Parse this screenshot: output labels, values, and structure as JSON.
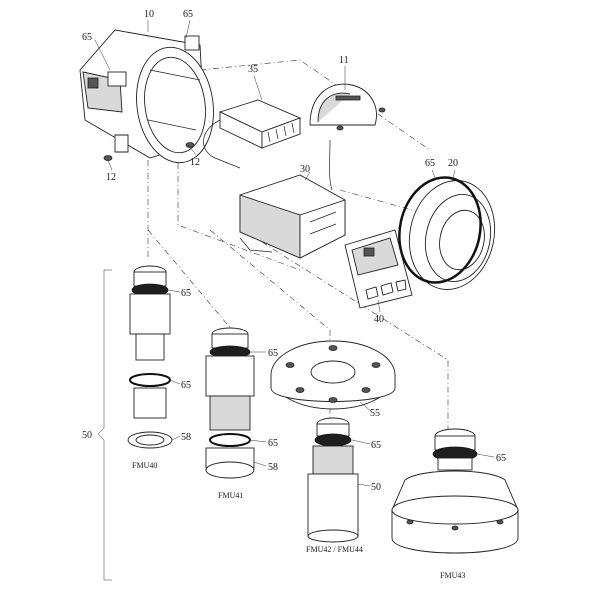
{
  "labels": {
    "n10": "10",
    "n65_top": "65",
    "n65_left": "65",
    "n35": "35",
    "n11": "11",
    "n12_left": "12",
    "n12_mid": "12",
    "n30": "30",
    "n65_cover": "65",
    "n20": "20",
    "n40": "40",
    "n65_fmu40_top": "65",
    "n65_fmu40_bottom": "65",
    "n58_fmu40": "58",
    "n50_bracket": "50",
    "n65_fmu41_top": "65",
    "n65_fmu41_mid": "65",
    "n58_fmu41": "58",
    "n55": "55",
    "n65_fmu42": "65",
    "n50_fmu42": "50",
    "n65_fmu43": "65"
  },
  "models": {
    "fmu40": "FMU40",
    "fmu41": "FMU41",
    "fmu42_44": "FMU42 / FMU44",
    "fmu43": "FMU43"
  }
}
